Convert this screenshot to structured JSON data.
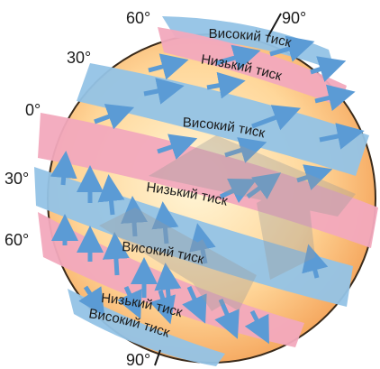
{
  "colors": {
    "high_belt": "#93c3e6",
    "low_belt": "#f2a9bd",
    "arrow": "#5b9bd5",
    "globe_center": "#fff3cf",
    "globe_edge": "#f4a258",
    "watermark": "#c9c9c9"
  },
  "latitude_labels": [
    "60°",
    "30°",
    "0°",
    "30°",
    "60°"
  ],
  "pole_labels": [
    "90°",
    "90°"
  ],
  "belts": [
    {
      "type": "high",
      "label": "Високий тиск"
    },
    {
      "type": "low",
      "label": "Низький тиск"
    },
    {
      "type": "high",
      "label": "Високий тиск"
    },
    {
      "type": "low",
      "label": "Низький тиск"
    },
    {
      "type": "high",
      "label": "Високий тиск"
    },
    {
      "type": "low",
      "label": "Низький тиск"
    },
    {
      "type": "high",
      "label": "Високий тиск"
    }
  ]
}
